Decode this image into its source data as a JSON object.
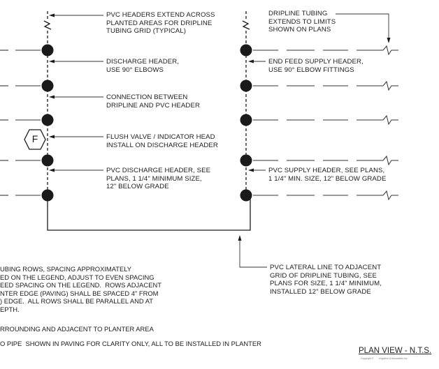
{
  "labels": {
    "headers_extend": "PVC HEADERS EXTEND ACROSS\nPLANTED AREAS FOR DRIPLINE\nTUBING GRID (TYPICAL)",
    "discharge_header": "DISCHARGE HEADER,\nUSE 90° ELBOWS",
    "connection": "CONNECTION BETWEEN\nDRIPLINE AND PVC HEADER",
    "flush_valve": "FLUSH VALVE / INDICATOR HEAD\nINSTALL ON DISCHARGE HEADER",
    "pvc_discharge": "PVC DISCHARGE HEADER, SEE\nPLANS, 1 1/4\" MINIMUM SIZE,\n12\" BELOW GRADE",
    "dripline_tubing": "DRIPLINE TUBING\nEXTENDS TO LIMITS\nSHOWN ON PLANS",
    "end_feed": "END FEED SUPPLY HEADER,\nUSE 90° ELBOW FITTINGS",
    "pvc_supply": "PVC SUPPLY HEADER, SEE PLANS,\n1 1/4\" MIN. SIZE, 12\" BELOW GRADE",
    "pvc_lateral": "PVC LATERAL LINE TO ADJACENT\nGRID OF DRIPLINE TUBING, SEE\nPLANS FOR SIZE, 1 1/4\" MINIMUM,\nINSTALLED 12\" BELOW GRADE",
    "flush_symbol": "F"
  },
  "notes": {
    "tubing_rows": "UBING ROWS, SPACING APPROXIMATELY\nED ON THE LEGEND, ADJUST TO EVEN SPACING\nEED SPACING ON THE LEGEND.  ROWS ADJACENT\nNTER EDGE (PAVING) SHALL BE SPACED 4\" FROM\n) EDGE.  ALL ROWS SHALL BE PARALLEL AND AT\nEPTH.",
    "surrounding": "RROUNDING AND ADJACENT TO PLANTER AREA",
    "pipe_shown": "O PIPE  SHOWN IN PAVING FOR CLARITY ONLY, ALL TO BE INSTALLED IN PLANTER"
  },
  "title": {
    "plan_view": "PLAN VIEW - N.T.S.",
    "copyright": "Copyright ©        Irrigation & Associates Inc."
  }
}
